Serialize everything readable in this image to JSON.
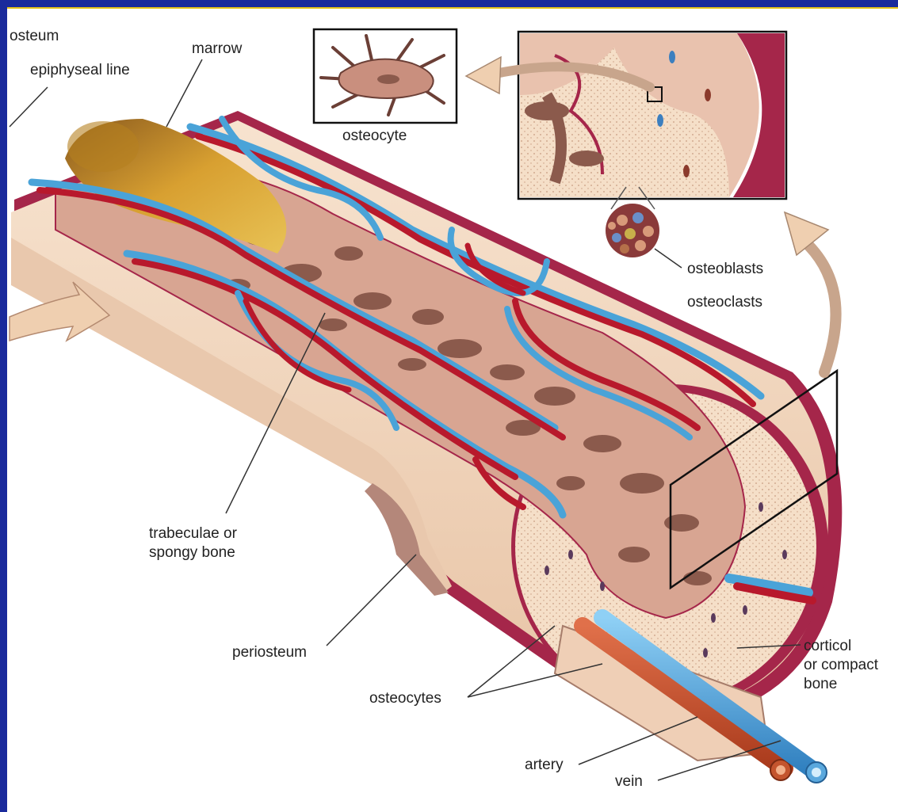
{
  "colors": {
    "frame": "#1a2a9c",
    "frame_accent": "#e6c21a",
    "periosteum": "#a5264a",
    "compact_bone": "#f4dcc4",
    "spongy_bone": "#d8a592",
    "artery": "#b8192c",
    "vein": "#4aa3d8",
    "marrow": "#d8a031"
  },
  "labels": {
    "periosteum_top": "osteum",
    "epiphyseal_line": "epiphyseal line",
    "marrow": "marrow",
    "osteocyte": "osteocyte",
    "osteoblasts": "osteoblasts",
    "osteoclasts": "osteoclasts",
    "trabeculae": "trabeculae or\nspongy bone",
    "periosteum": "periosteum",
    "osteocytes": "osteocytes",
    "cortical": "corticol\nor compact\nbone",
    "artery": "artery",
    "vein": "vein"
  }
}
